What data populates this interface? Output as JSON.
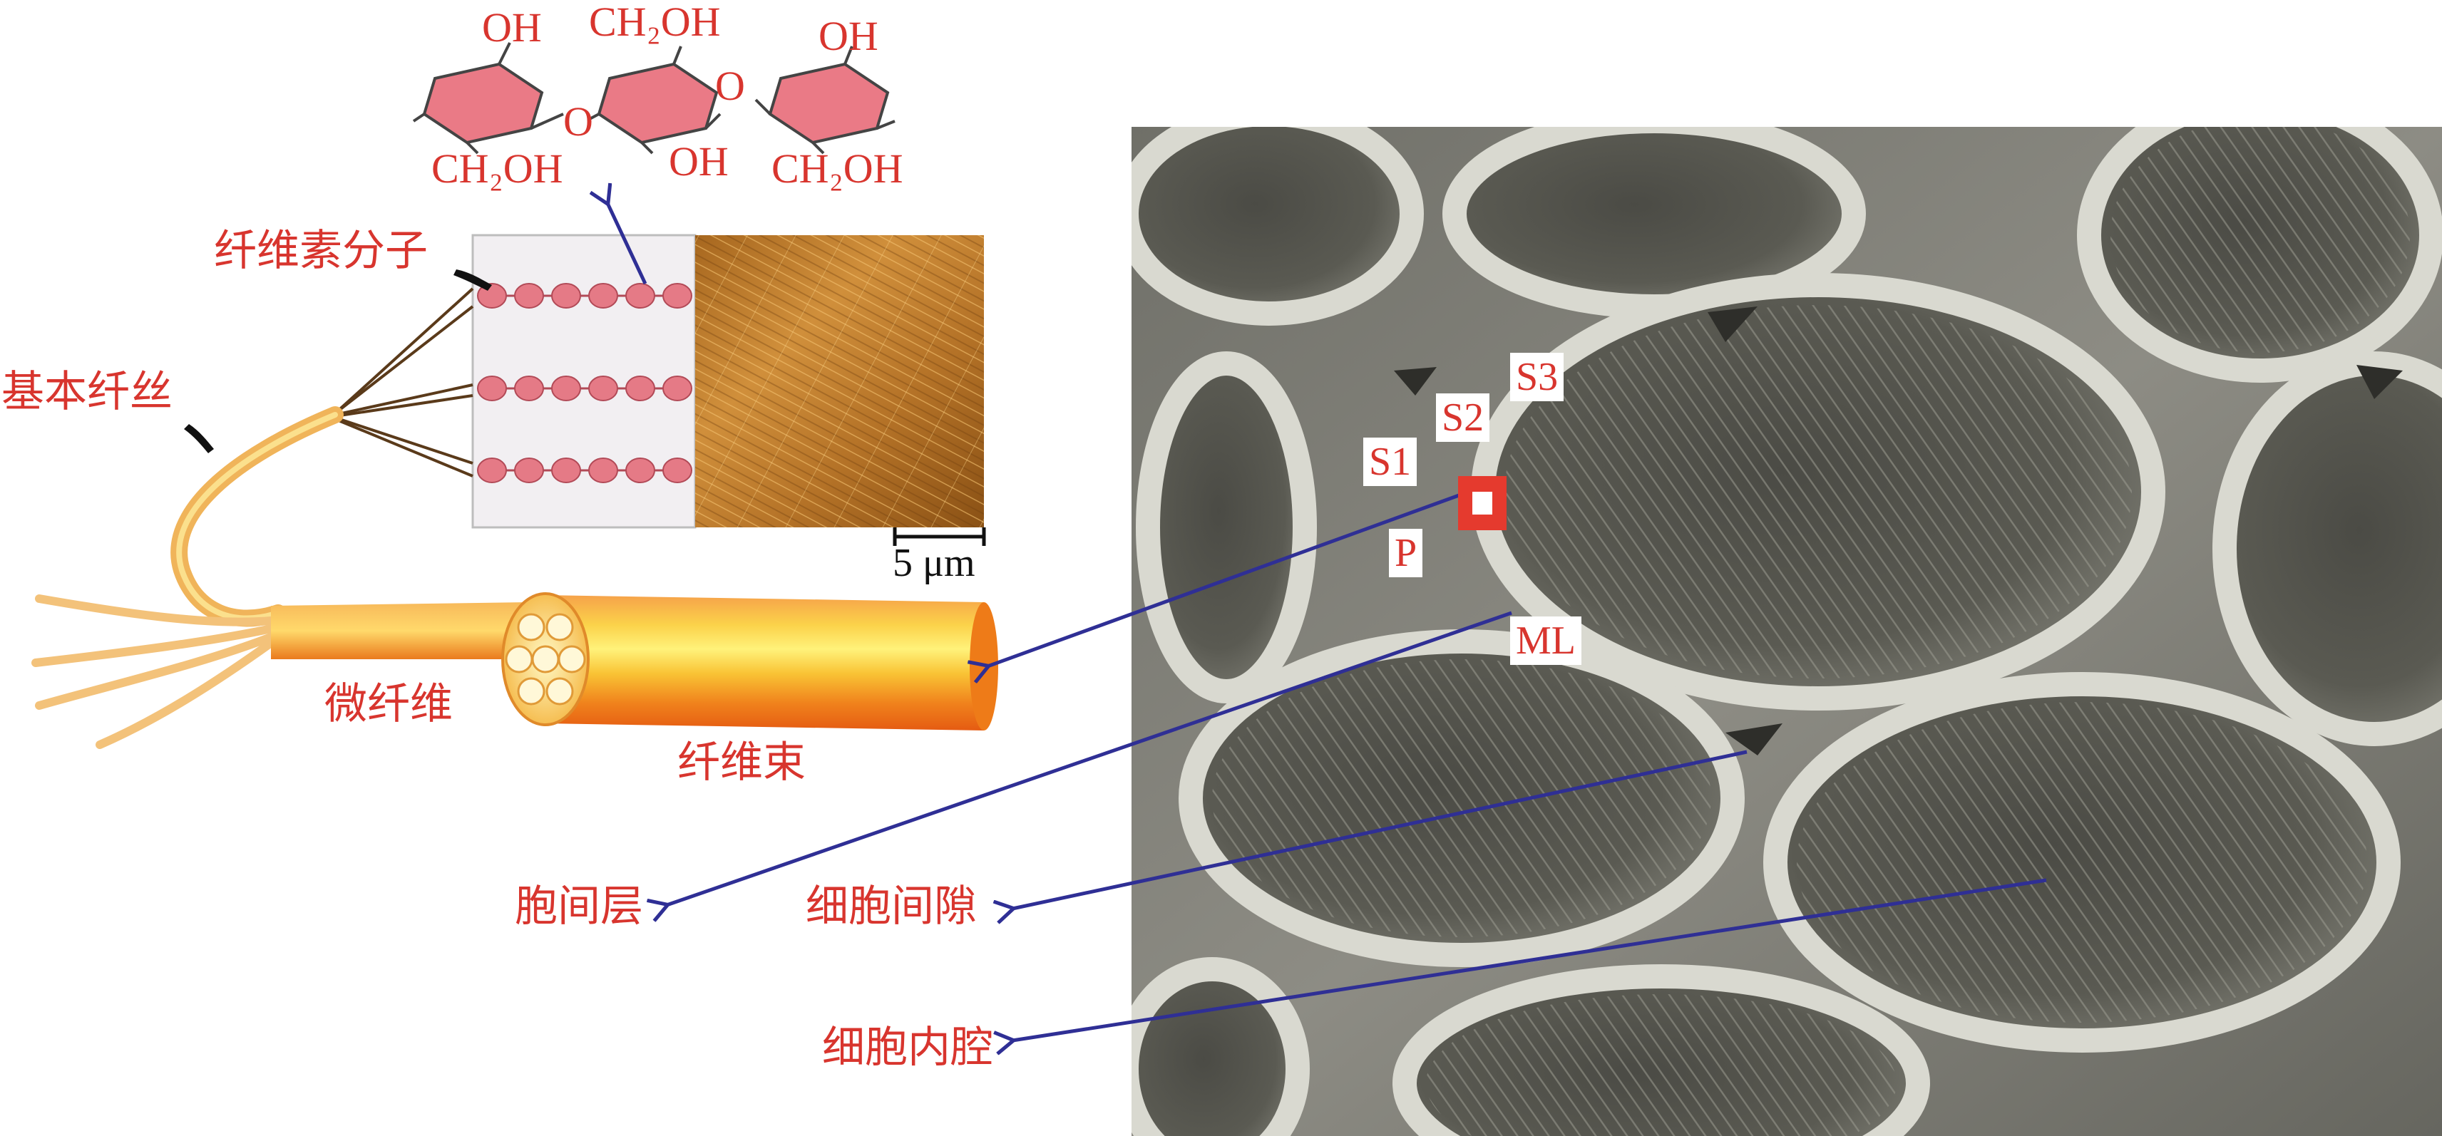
{
  "labels": {
    "cellulose_molecule": "纤维素分子",
    "elementary_fibril": "基本纤丝",
    "microfibril": "微纤维",
    "fiber_bundle": "纤维束",
    "middle_lamella": "胞间层",
    "intercellular_space": "细胞间隙",
    "cell_lumen": "细胞内腔"
  },
  "chemistry": {
    "oh_1": "OH",
    "ch2oh_top": "CH₂OH",
    "oh_2": "OH",
    "ch2oh_left": "CH₂OH",
    "oh_bottom": "OH",
    "ch2oh_right": "CH₂OH",
    "bridge_o": "O"
  },
  "wall_layers": {
    "s3": "S3",
    "s2": "S2",
    "s1": "S1",
    "p": "P",
    "ml": "ML"
  },
  "scale_bar": {
    "label": "5 μm"
  },
  "colors": {
    "label_red": "#d8352e",
    "ring_pink": "#e57a86",
    "arrow_blue": "#2f2f95",
    "fiber_orange": "#f08a1e",
    "fiber_yellow": "#f7d546",
    "micrograph_texture": "#b8782e",
    "sem_gray": "#8e8e86"
  }
}
